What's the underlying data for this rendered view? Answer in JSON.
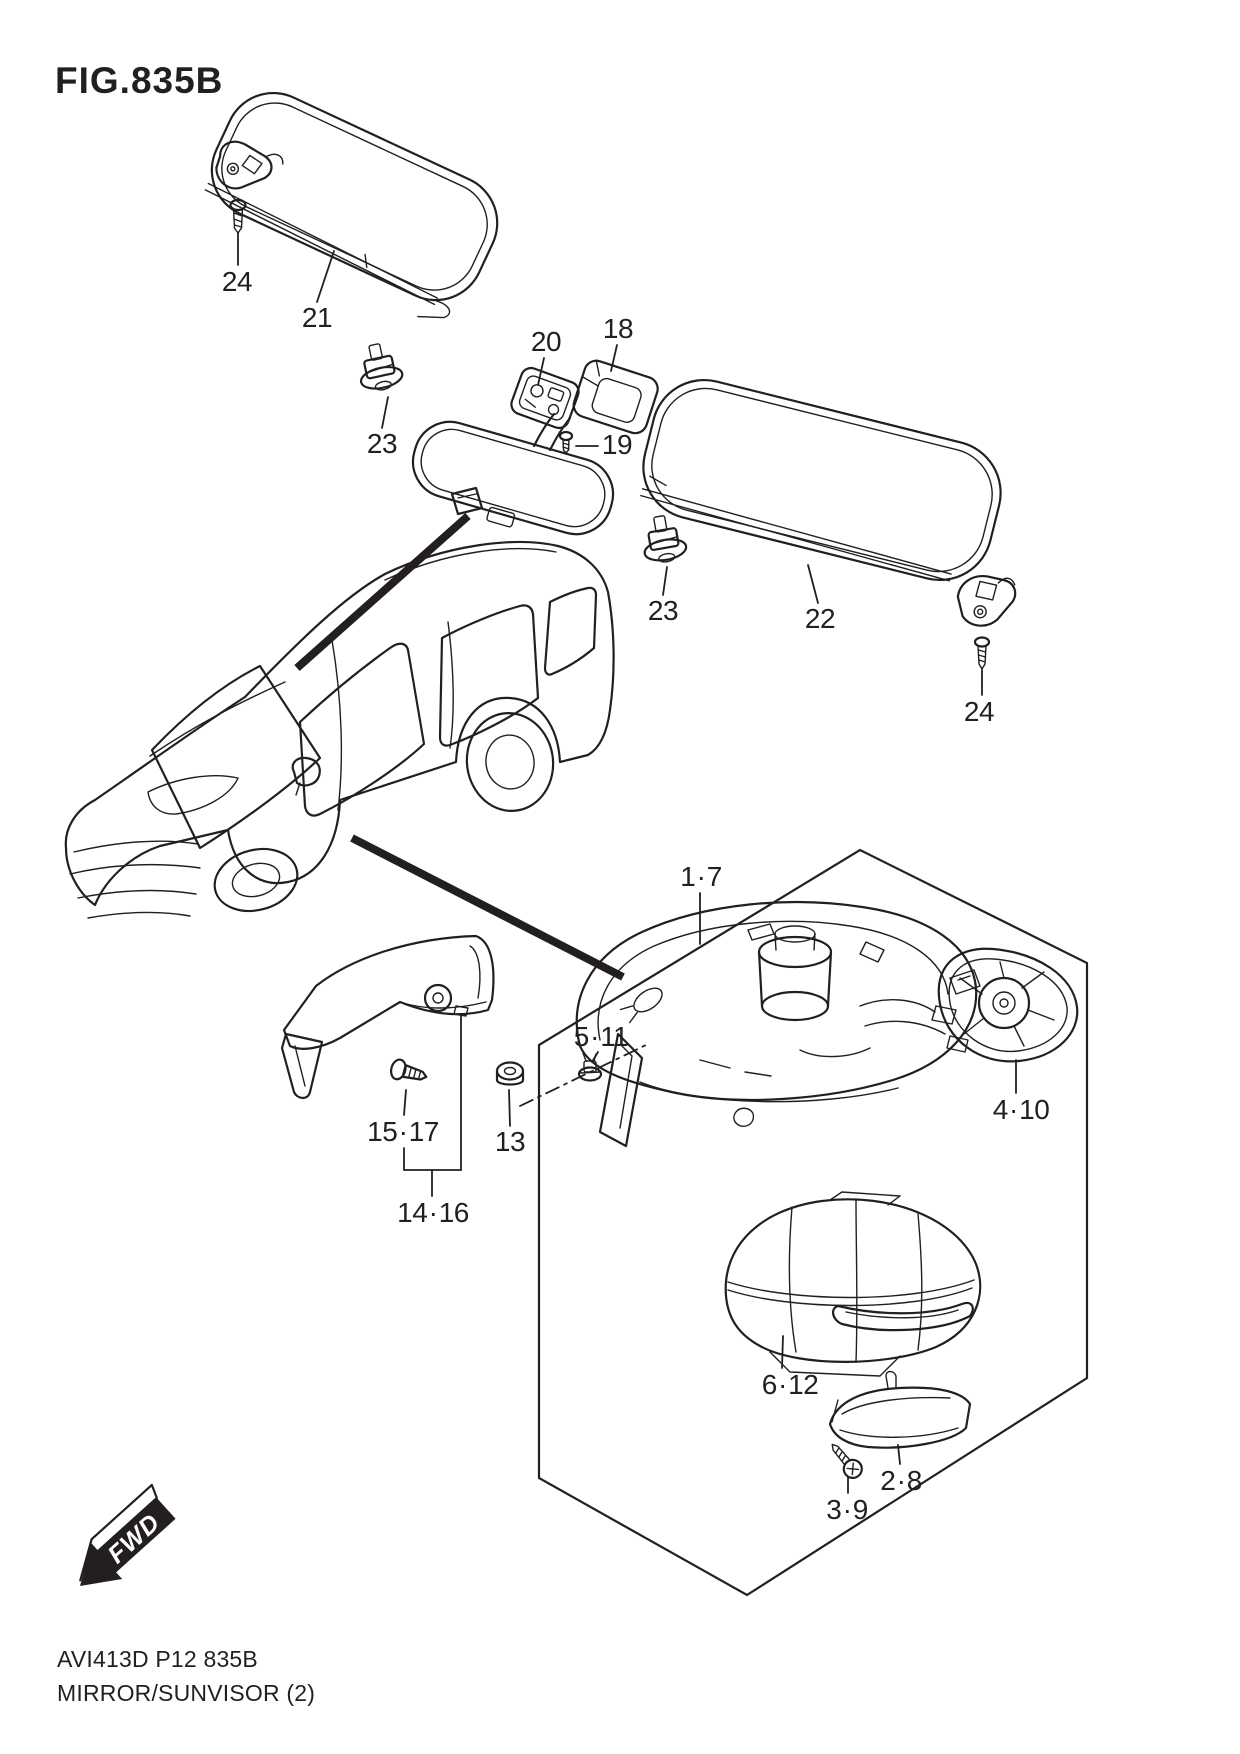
{
  "page": {
    "title": "FIG.835B",
    "footer": {
      "code_line": "AVI413D P12 835B",
      "name_line": "MIRROR/SUNVISOR (2)"
    },
    "fwd_arrow": {
      "label": "FWD"
    },
    "colors": {
      "line": "#231f20",
      "background": "#ffffff"
    }
  },
  "callouts": {
    "screw_visor_left": "24",
    "visor_left": "21",
    "clip_visor_left": "23",
    "mirror_mount_plate": "20",
    "mount_cover": "18",
    "mount_screw": "19",
    "clip_visor_right": "23",
    "visor_right": "22",
    "screw_visor_right": "24",
    "mirror_assembly": "1 · 7",
    "harness_clip": "5 · 11",
    "bracket_screw": "15 · 17",
    "nut": "13",
    "bracket_set": "14 · 16",
    "mirror_glass": "4 · 10",
    "mirror_cover": "6 · 12",
    "turn_lamp": "2 · 8",
    "lamp_screw": "3 · 9"
  }
}
